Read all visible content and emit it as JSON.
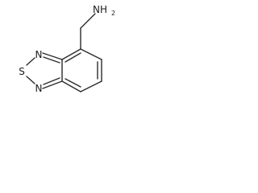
{
  "molecule": {
    "atoms": {
      "amine_n": "NH",
      "amine_h_count": "2",
      "thiadiazole_n_top": "N",
      "thiadiazole_s": "S",
      "thiadiazole_n_bottom": "N"
    }
  }
}
